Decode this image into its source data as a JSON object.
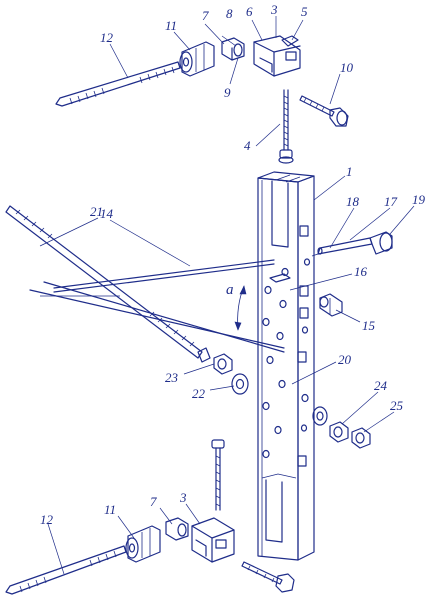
{
  "colors": {
    "ink": "#1f2d8a",
    "background": "#ffffff"
  },
  "labels": {
    "l1": "1",
    "l3a": "3",
    "l3b": "3",
    "l4": "4",
    "l5": "5",
    "l6": "6",
    "l7a": "7",
    "l7b": "7",
    "l8": "8",
    "l9": "9",
    "l10": "10",
    "l11a": "11",
    "l11b": "11",
    "l12a": "12",
    "l12b": "12",
    "l14": "14",
    "l15": "15",
    "l16": "16",
    "l17": "17",
    "l18": "18",
    "l19": "19",
    "l20": "20",
    "l21": "21",
    "l22": "22",
    "l23": "23",
    "l24": "24",
    "l25": "25",
    "angle": "a"
  }
}
